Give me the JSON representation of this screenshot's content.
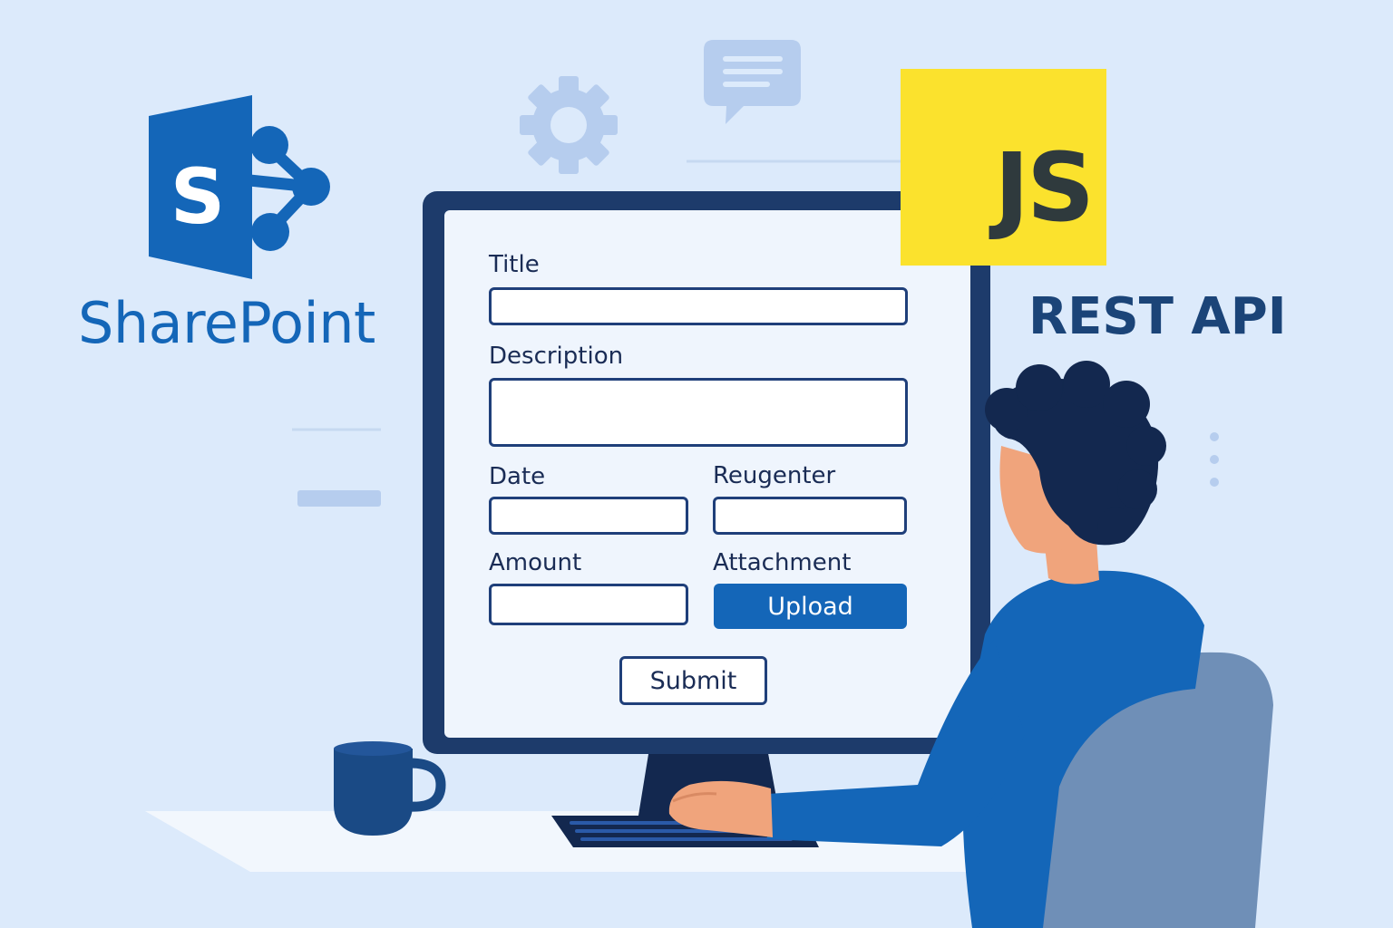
{
  "logo": {
    "brand_name": "SharePoint",
    "icon_letter": "S"
  },
  "badge": {
    "js_label": "JS",
    "api_label": "REST API"
  },
  "form": {
    "title_label": "Title",
    "title_value": "",
    "description_label": "Description",
    "description_value": "",
    "date_label": "Date",
    "date_value": "",
    "requester_label": "Reugenter",
    "requester_value": "",
    "amount_label": "Amount",
    "amount_value": "",
    "attachment_label": "Attachment",
    "upload_label": "Upload",
    "submit_label": "Submit"
  },
  "colors": {
    "background": "#dceafb",
    "brand_blue": "#1466b8",
    "navy": "#1f3f7a",
    "js_yellow": "#fbe22d",
    "skin": "#f0a47c",
    "chair": "#6f8fb7"
  }
}
